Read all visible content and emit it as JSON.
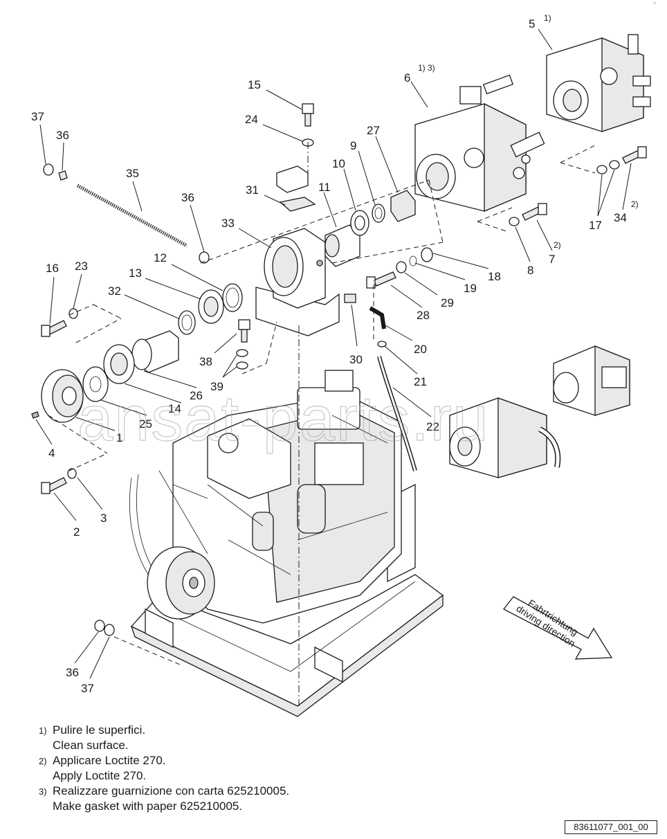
{
  "watermark": "ansat-parts.ru",
  "corner_mark": "=",
  "drawing_number": "83611077_001_00",
  "direction_arrow": {
    "line1": "Fahrtrichtung",
    "line2": "driving direction"
  },
  "note_markers": {
    "m1": "1)",
    "m2": "2)",
    "m13": "1) 3)"
  },
  "part_labels": {
    "p1": "1",
    "p2": "2",
    "p3": "3",
    "p4": "4",
    "p5": "5",
    "p6": "6",
    "p7": "7",
    "p8": "8",
    "p9": "9",
    "p10": "10",
    "p11": "11",
    "p12": "12",
    "p13": "13",
    "p14": "14",
    "p15": "15",
    "p16": "16",
    "p17": "17",
    "p18": "18",
    "p19": "19",
    "p20": "20",
    "p21": "21",
    "p22": "22",
    "p23": "23",
    "p24": "24",
    "p25": "25",
    "p26": "26",
    "p27": "27",
    "p28": "28",
    "p29": "29",
    "p30": "30",
    "p31": "31",
    "p32": "32",
    "p33": "33",
    "p34": "34",
    "p35": "35",
    "p36a": "36",
    "p36b": "36",
    "p36c": "36",
    "p37a": "37",
    "p37b": "37",
    "p38": "38",
    "p39": "39"
  },
  "notes": [
    {
      "mark": "1)",
      "line1": "Pulire le superfici.",
      "line2": "Clean surface."
    },
    {
      "mark": "2)",
      "line1": "Applicare Loctite 270.",
      "line2": "Apply Loctite 270."
    },
    {
      "mark": "3)",
      "line1": "Realizzare guarnizione con carta 625210005.",
      "line2": "Make gasket with paper 625210005."
    }
  ]
}
